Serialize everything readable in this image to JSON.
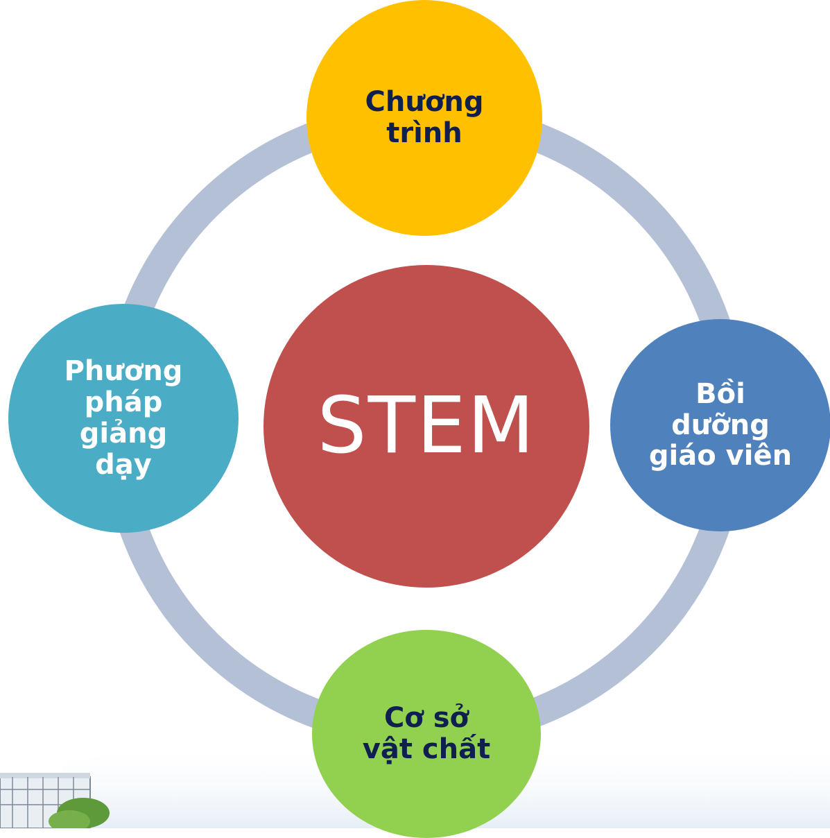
{
  "colors": {
    "ring": "#b4c0d6",
    "top_node": "#ffc000",
    "right_node": "#4f81bd",
    "bottom_node": "#92d050",
    "left_node": "#4bacc6",
    "center_node": "#c0504d",
    "label_dark": "#0f1f4f",
    "label_light": "#ffffff"
  },
  "center": {
    "label": "STEM"
  },
  "nodes": {
    "top": {
      "label": "Chương\ntrình"
    },
    "right": {
      "label": "Bồi\ndưỡng\ngiáo viên"
    },
    "bottom": {
      "label": "Cơ sở\nvật chất"
    },
    "left": {
      "label": "Phương\npháp\ngiảng\ndạy"
    }
  },
  "decorations": {
    "illustration": "school-building-illustration",
    "backdrop": "hills-backdrop"
  }
}
